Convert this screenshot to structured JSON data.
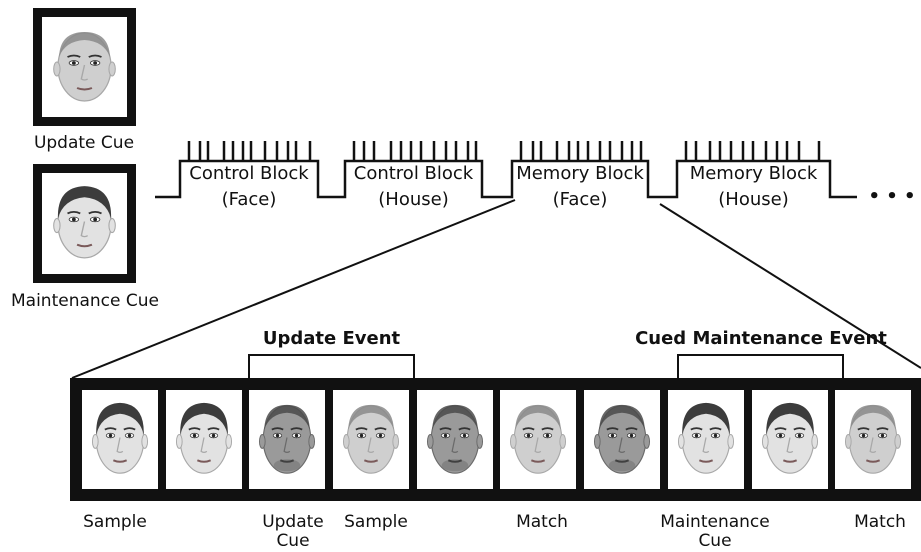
{
  "cues": {
    "update_label": "Update Cue",
    "maintenance_label": "Maintenance Cue"
  },
  "blocks": [
    {
      "title": "Control Block",
      "subtitle": "(Face)"
    },
    {
      "title": "Control Block",
      "subtitle": "(House)"
    },
    {
      "title": "Memory Block",
      "subtitle": "(Face)"
    },
    {
      "title": "Memory Block",
      "subtitle": "(House)"
    }
  ],
  "continuation": "• • •",
  "events": {
    "update": "Update Event",
    "cued_maintenance": "Cued Maintenance Event"
  },
  "sequence_labels": {
    "sample_1": "Sample",
    "update_cue_1": "Update",
    "update_cue_2": "Cue",
    "sample_2": "Sample",
    "match_1": "Match",
    "maintenance_cue_1": "Maintenance",
    "maintenance_cue_2": "Cue",
    "match_2": "Match"
  },
  "faces": [
    {
      "kind": "female-light"
    },
    {
      "kind": "female-light"
    },
    {
      "kind": "male-dark"
    },
    {
      "kind": "male-light"
    },
    {
      "kind": "male-dark"
    },
    {
      "kind": "male-light"
    },
    {
      "kind": "male-dark"
    },
    {
      "kind": "female-light"
    },
    {
      "kind": "female-light"
    },
    {
      "kind": "male-light"
    }
  ]
}
